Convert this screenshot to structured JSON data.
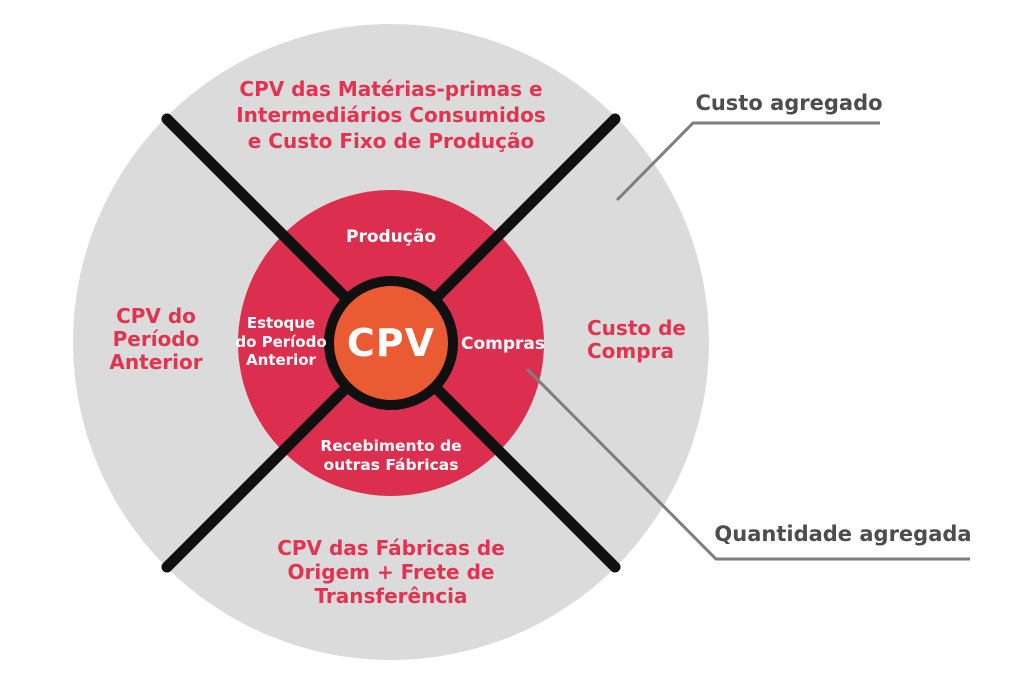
{
  "diagram": {
    "title_center": "CPV",
    "inner_ring": {
      "top": "Produção",
      "left": "Estoque\ndo Período\nAnterior",
      "right": "Compras",
      "bottom": "Recebimento de\noutras Fábricas"
    },
    "outer_ring": {
      "top": "CPV das Matérias-primas e\nIntermediários Consumidos\ne Custo Fixo de Produção",
      "left": "CPV do\nPeríodo\nAnterior",
      "right": "Custo de\nCompra",
      "bottom": "CPV das Fábricas de\nOrigem + Frete de\nTransferência"
    },
    "callouts": {
      "top": "Custo agregado",
      "bottom": "Quantidade agregada"
    }
  },
  "colors": {
    "outer_ring_fill": "#DBDBDB",
    "inner_ring_fill": "#DC2E4E",
    "center_fill": "#EA5B33",
    "divider": "#101010",
    "label_red": "#E23350",
    "inner_label": "#FFFFFF",
    "callout_text": "#4D4D4D",
    "callout_line": "#7E7E7E",
    "background": "#FFFFFF"
  }
}
